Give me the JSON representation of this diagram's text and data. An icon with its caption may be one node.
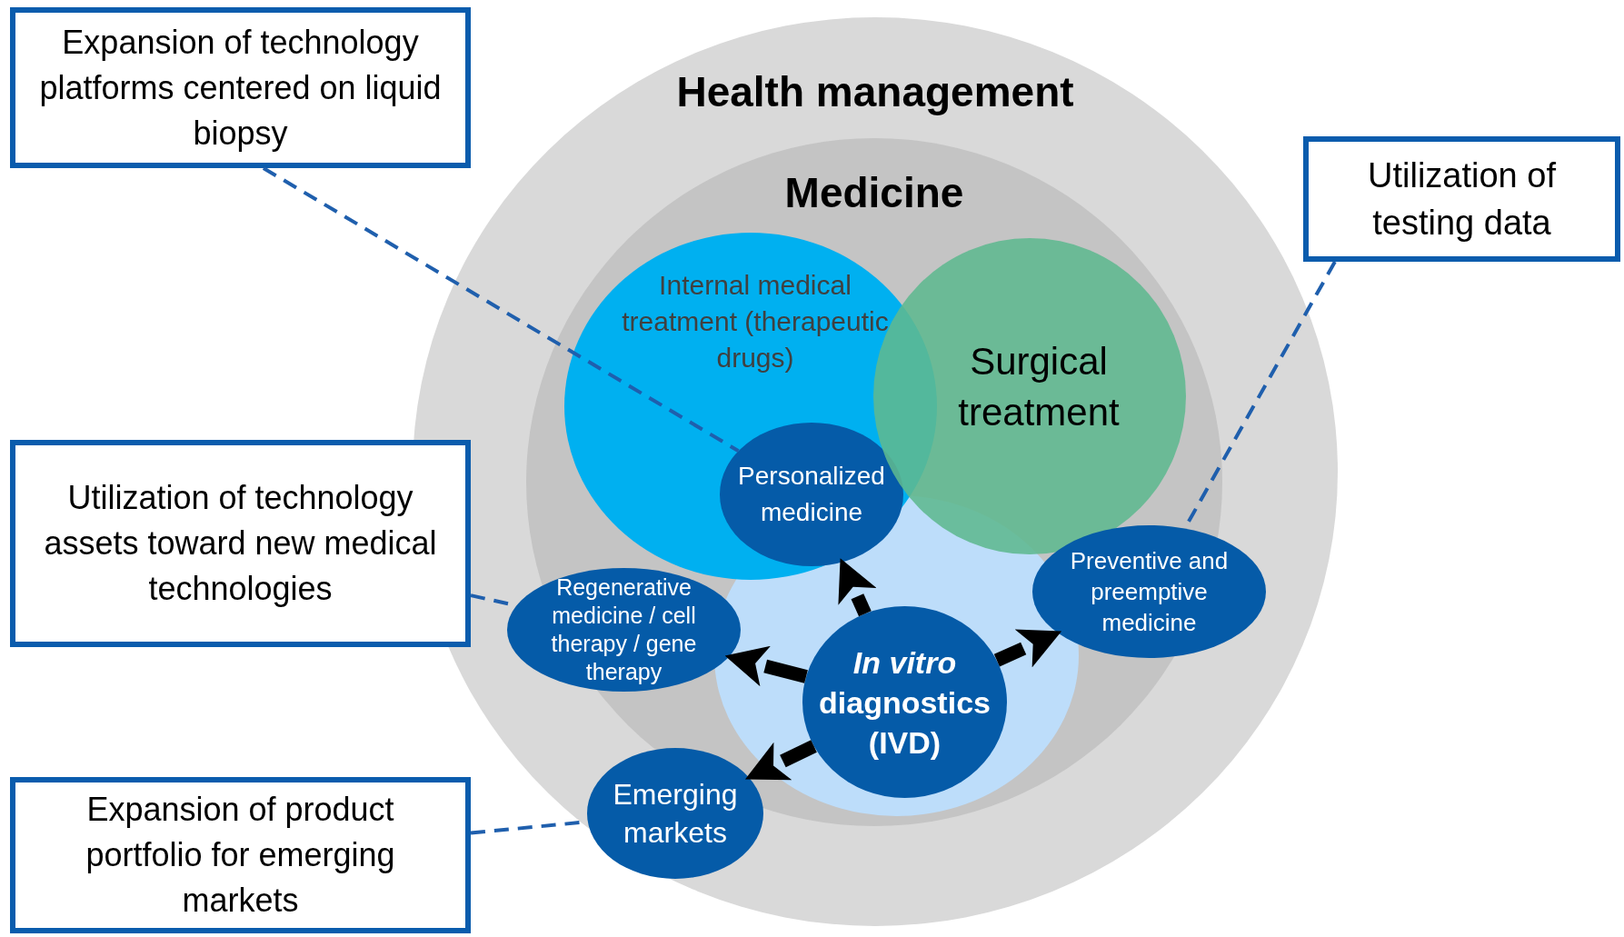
{
  "diagram": {
    "nodes": [
      {
        "text": [
          "Health management"
        ]
      },
      {
        "text": [
          "Medicine"
        ],
        "in": 0
      },
      {
        "text": [
          "Internal medical treatment (therapeutic drugs)"
        ],
        "in": 1
      },
      {
        "text": [
          "Surgical treatment"
        ],
        "in": 1
      },
      {
        "text": [],
        "shape": "circle",
        "in": 1
      },
      {
        "text": [
          "Personalized medicine"
        ],
        "in": 2
      },
      {
        "text": [
          "Regenerative medicine / cell therapy / gene therapy"
        ],
        "in": 0
      },
      {
        "text": [
          "Preventive and preemptive medicine"
        ],
        "in": 0
      },
      {
        "text": [
          "Emerging markets"
        ],
        "in": 0
      },
      {
        "text": [
          "*In vitro* diagnostics (IVD)"
        ],
        "in": 4
      },
      {
        "text": [
          "Expansion of technology platforms centered on liquid biopsy"
        ]
      },
      {
        "text": [
          "Utilization of technology assets toward new medical technologies"
        ]
      },
      {
        "text": [
          "Expansion of product portfolio for emerging markets"
        ]
      },
      {
        "text": [
          "Utilization of testing data"
        ]
      }
    ],
    "edges": [
      {
        "from": 9,
        "to": 5,
        "arrow": "to",
        "style": "thick"
      },
      {
        "from": 9,
        "to": 6,
        "arrow": "to",
        "style": "thick"
      },
      {
        "from": 9,
        "to": 7,
        "arrow": "to",
        "style": "thick"
      },
      {
        "from": 9,
        "to": 8,
        "arrow": "to",
        "style": "thick"
      },
      {
        "from": 10,
        "to": 5,
        "arrow": "none",
        "style": "dashed",
        "color": "#1f5fad"
      },
      {
        "from": 11,
        "to": 6,
        "arrow": "none",
        "style": "dashed",
        "color": "#1f5fad"
      },
      {
        "from": 12,
        "to": 8,
        "arrow": "none",
        "style": "dashed",
        "color": "#1f5fad"
      },
      {
        "from": 13,
        "to": 7,
        "arrow": "none",
        "style": "dashed",
        "color": "#1f5fad"
      }
    ]
  }
}
